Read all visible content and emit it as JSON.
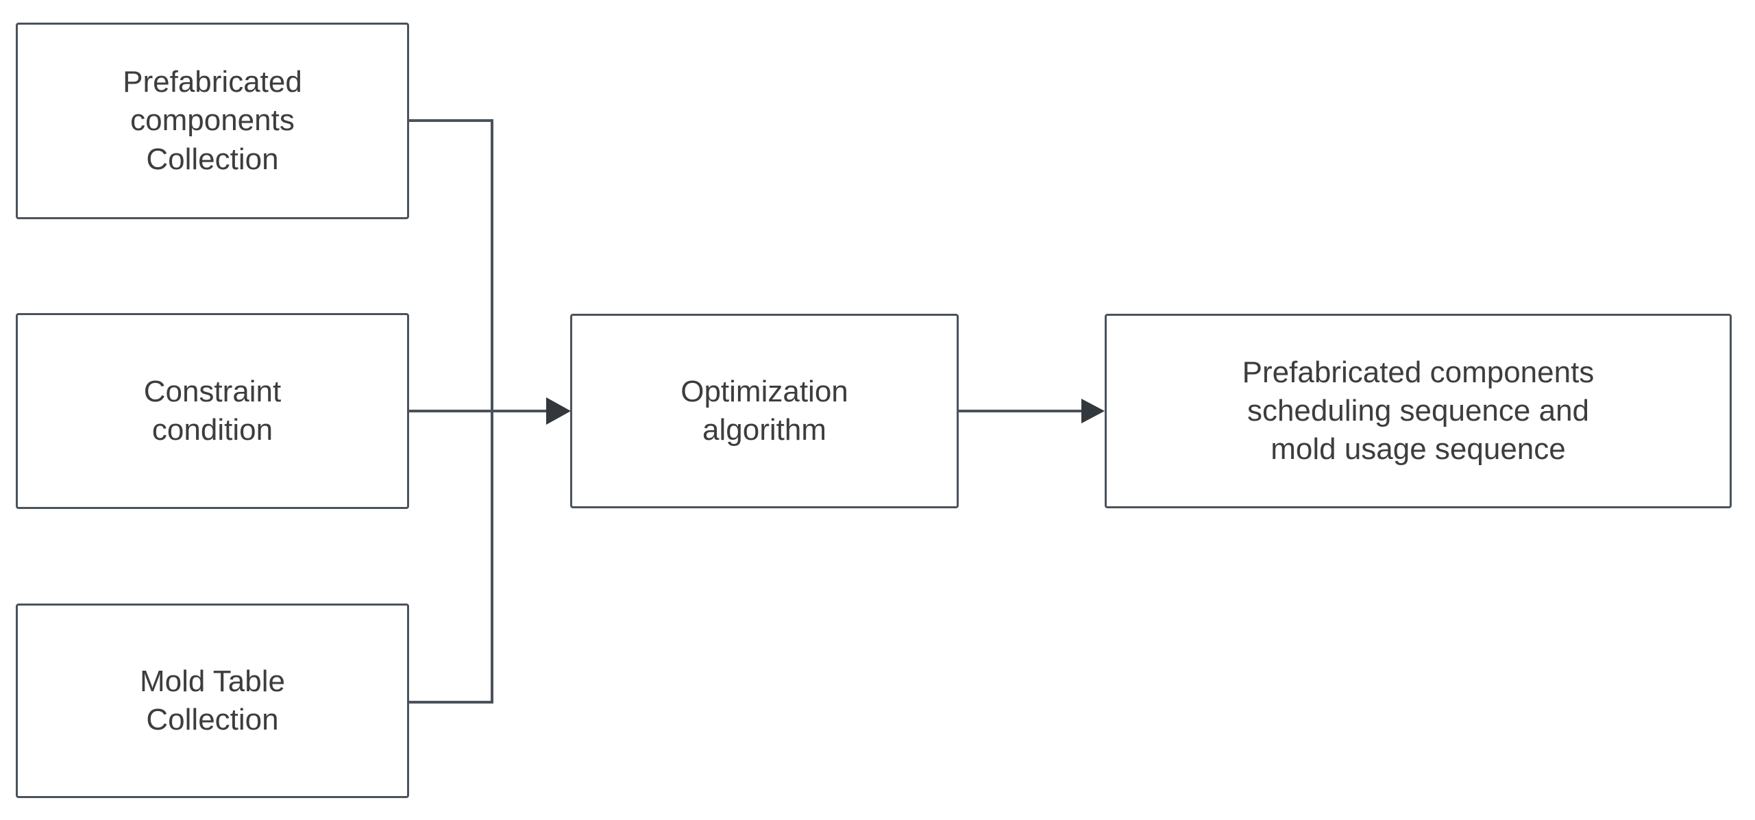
{
  "diagram": {
    "type": "flowchart",
    "orientation": "left-to-right",
    "background_color": "#ffffff",
    "node_border_color": "#4a525c",
    "node_fill_color": "#ffffff",
    "text_color": "#3d3d3d",
    "connector_color": "#4a525c",
    "arrowhead_color": "#33383d",
    "nodes": [
      {
        "id": "source-components",
        "label": "Prefabricated\ncomponents\nCollection",
        "shape": "rounded-rectangle",
        "role": "input"
      },
      {
        "id": "constraint-condition",
        "label": "Constraint\ncondition",
        "shape": "rounded-rectangle",
        "role": "input"
      },
      {
        "id": "mold-table",
        "label": "Mold Table\nCollection",
        "shape": "rounded-rectangle",
        "role": "input"
      },
      {
        "id": "optimization-algorithm",
        "label": "Optimization\nalgorithm",
        "shape": "rounded-rectangle",
        "role": "process"
      },
      {
        "id": "output-sequence",
        "label": "Prefabricated components\nscheduling  sequence and\nmold usage sequence",
        "shape": "rounded-rectangle",
        "role": "output"
      }
    ],
    "edges": [
      {
        "id": "edge-components-to-algorithm",
        "from": "source-components",
        "to": "optimization-algorithm",
        "style": "orthogonal",
        "arrowhead": true
      },
      {
        "id": "edge-constraint-to-algorithm",
        "from": "constraint-condition",
        "to": "optimization-algorithm",
        "style": "straight",
        "arrowhead": true
      },
      {
        "id": "edge-mold-to-algorithm",
        "from": "mold-table",
        "to": "optimization-algorithm",
        "style": "orthogonal",
        "arrowhead": true
      },
      {
        "id": "edge-algorithm-to-output",
        "from": "optimization-algorithm",
        "to": "output-sequence",
        "style": "straight",
        "arrowhead": true
      }
    ]
  }
}
